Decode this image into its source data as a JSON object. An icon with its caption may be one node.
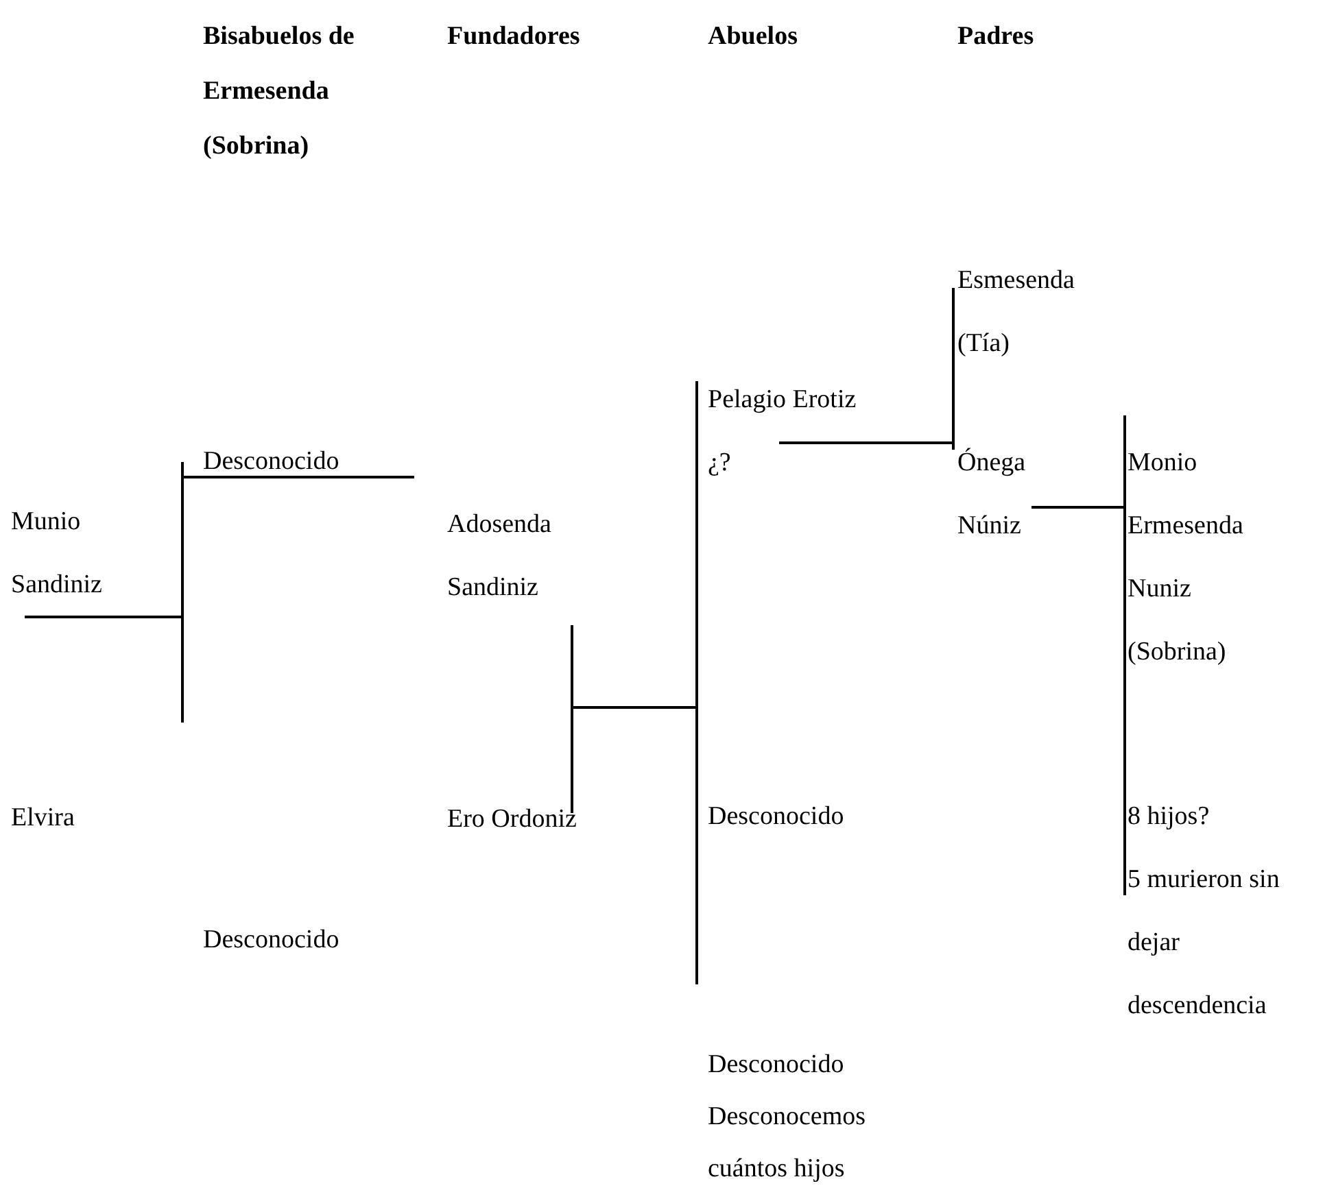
{
  "diagram": {
    "nodes": [
      {
        "text": [
          "Munio Sandiniz"
        ]
      },
      {
        "text": [
          "Elvira"
        ]
      },
      {
        "text": [
          "Desconocido"
        ]
      },
      {
        "text": [
          "Desconocido"
        ]
      },
      {
        "text": [
          "Adosenda Sandiniz"
        ]
      },
      {
        "text": [
          "Ero Ordoniz"
        ]
      },
      {
        "text": [
          "Pelagio Erotiz",
          "¿?"
        ]
      },
      {
        "text": [
          "Desconocido"
        ]
      },
      {
        "text": [
          "Desconocido",
          "Desconocemos cuántos hijos"
        ]
      },
      {
        "text": [
          "Esmesenda (Tía)"
        ]
      },
      {
        "text": [
          "Ónega Núniz"
        ]
      },
      {
        "text": [
          "Monio Ermesenda Nuniz (Sobrina)"
        ]
      },
      {
        "text": [
          "8 hijos?",
          "5 murieron sin dejar descendencia"
        ]
      }
    ],
    "edges": [
      {
        "from": 0,
        "to": 4,
        "arrow": "none"
      },
      {
        "from": 4,
        "to": 6,
        "arrow": "none"
      },
      {
        "from": 5,
        "to": 6,
        "arrow": "none"
      },
      {
        "from": 6,
        "to": 9,
        "arrow": "none"
      },
      {
        "from": 6,
        "to": 10,
        "arrow": "none"
      },
      {
        "from": 10,
        "to": 11,
        "arrow": "none"
      },
      {
        "from": 10,
        "to": 12,
        "arrow": "none"
      }
    ],
    "labels": [
      "Bisabuelos de Ermesenda (Sobrina)",
      "Fundadores",
      "Abuelos",
      "Padres"
    ]
  }
}
